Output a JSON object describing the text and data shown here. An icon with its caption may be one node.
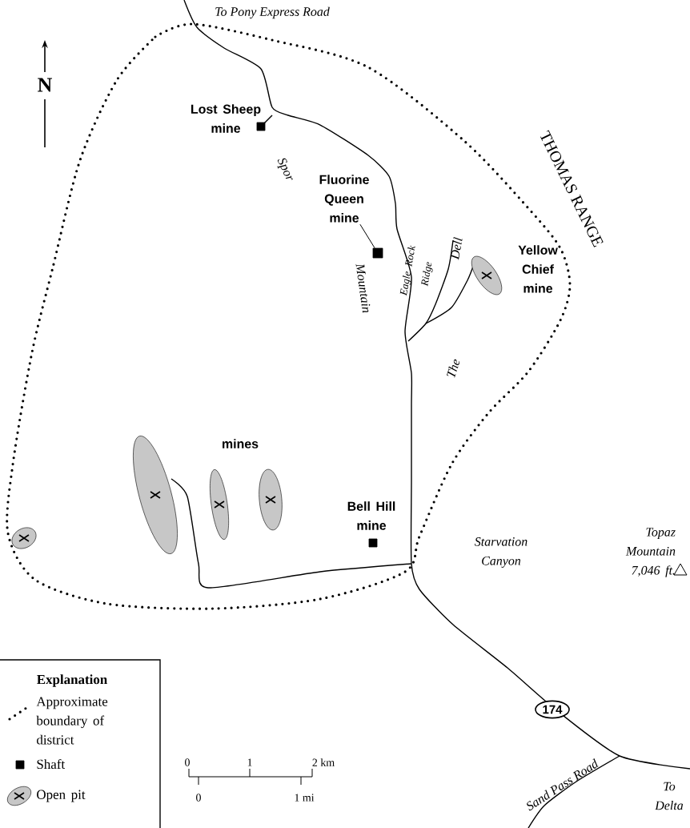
{
  "diagram": {
    "nodes": [
      {
        "text": [
          "Fluorine Queen mine"
        ]
      },
      {
        "text": [],
        "shape": "box"
      },
      {
        "text": [
          "174"
        ]
      }
    ],
    "edges": [
      {
        "from": 0,
        "to": 1,
        "arrow": "none"
      }
    ],
    "labels": [
      "To Pony Express Road",
      "N",
      "THOMAS RANGE",
      "Lost Sheep mine",
      "Spor",
      "Mountain",
      "Eagle Rock Ridge",
      "Dell",
      "Yellow Chief mine",
      "The",
      "mines",
      "Bell Hill mine",
      "Starvation Canyon",
      "Topaz Mountain 7,046 ft.",
      "Explanation",
      "0",
      "1",
      "2 km",
      "0",
      "1 mi",
      "Sand Pass Road",
      "To Delta"
    ],
    "legend": [
      {
        "text": "Approximate boundary of district"
      },
      {
        "text": "Shaft"
      },
      {
        "text": "Open pit"
      }
    ]
  }
}
